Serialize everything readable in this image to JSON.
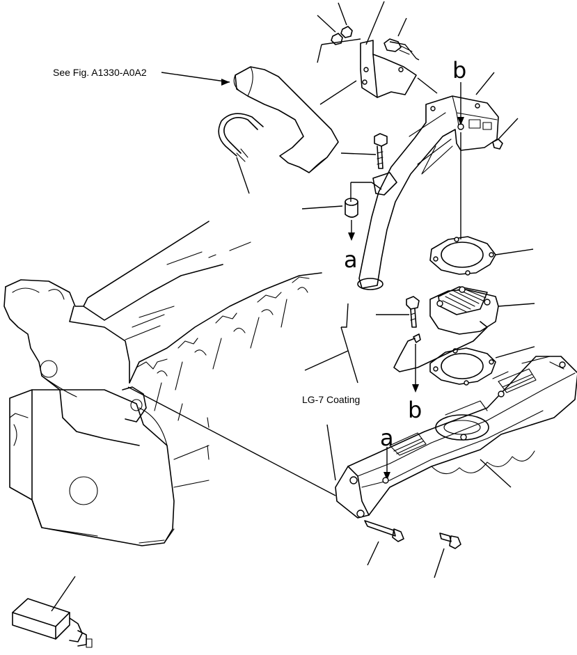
{
  "labels": {
    "see_fig": "See Fig. A1330-A0A2",
    "coating": "LG-7 Coating"
  },
  "markers": {
    "b_top": "b",
    "a_upper": "a",
    "b_lower": "b",
    "a_manifold": "a"
  }
}
